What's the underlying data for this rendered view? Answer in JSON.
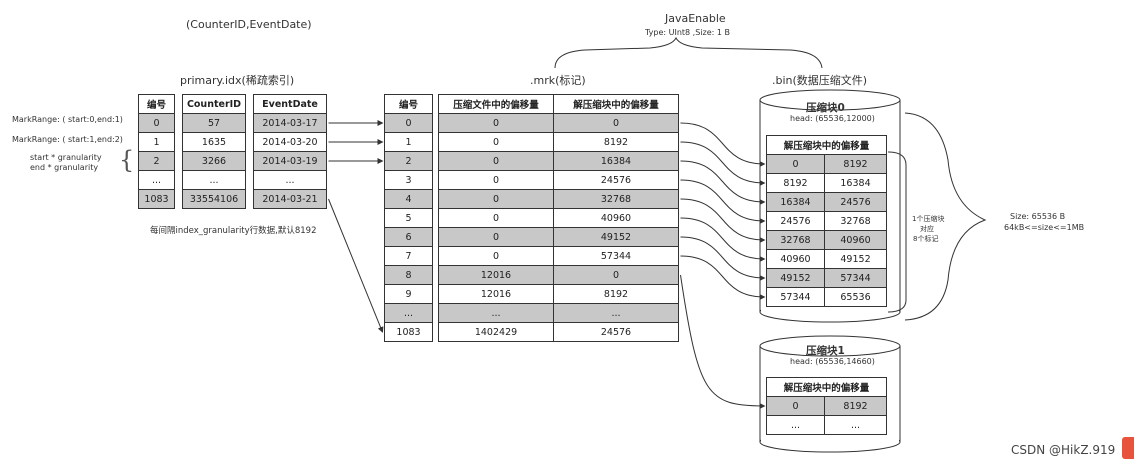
{
  "top_label": "(CounterID,EventDate)",
  "java_enable": {
    "title": "JavaEnable",
    "type": "Type: UInt8 ,Size: 1 B"
  },
  "primary": {
    "title": "primary.idx(稀疏索引)",
    "headers": [
      "编号",
      "CounterID",
      "EventDate"
    ],
    "rows": [
      [
        "0",
        "57",
        "2014-03-17"
      ],
      [
        "1",
        "1635",
        "2014-03-20"
      ],
      [
        "2",
        "3266",
        "2014-03-19"
      ],
      [
        "...",
        "...",
        "..."
      ],
      [
        "1083",
        "33554106",
        "2014-03-21"
      ]
    ],
    "note": "每间隔index_granularity行数据,默认8192"
  },
  "markrange": {
    "r1": "MarkRange: ( start:0,end:1)",
    "r2": "MarkRange: ( start:1,end:2)",
    "start": "start * granularity",
    "end": "end * granularity"
  },
  "mrk": {
    "title": ".mrk(标记)",
    "headers": [
      "编号",
      "压缩文件中的偏移量",
      "解压缩块中的偏移量"
    ],
    "rows": [
      [
        "0",
        "0",
        "0"
      ],
      [
        "1",
        "0",
        "8192"
      ],
      [
        "2",
        "0",
        "16384"
      ],
      [
        "3",
        "0",
        "24576"
      ],
      [
        "4",
        "0",
        "32768"
      ],
      [
        "5",
        "0",
        "40960"
      ],
      [
        "6",
        "0",
        "49152"
      ],
      [
        "7",
        "0",
        "57344"
      ],
      [
        "8",
        "12016",
        "0"
      ],
      [
        "9",
        "12016",
        "8192"
      ],
      [
        "...",
        "...",
        "..."
      ],
      [
        "1083",
        "1402429",
        "24576"
      ]
    ]
  },
  "bin": {
    "title": ".bin(数据压缩文件)",
    "block0": {
      "title": "压缩块0",
      "head": "head: (65536,12000)",
      "table_header": "解压缩块中的偏移量",
      "rows": [
        [
          "0",
          "8192"
        ],
        [
          "8192",
          "16384"
        ],
        [
          "16384",
          "24576"
        ],
        [
          "24576",
          "32768"
        ],
        [
          "32768",
          "40960"
        ],
        [
          "40960",
          "49152"
        ],
        [
          "49152",
          "57344"
        ],
        [
          "57344",
          "65536"
        ]
      ]
    },
    "block1": {
      "title": "压缩块1",
      "head": "head: (65536,14660)",
      "table_header": "解压缩块中的偏移量",
      "rows": [
        [
          "0",
          "8192"
        ],
        [
          "...",
          "..."
        ]
      ]
    }
  },
  "brace_note": {
    "l1": "1个压缩块",
    "l2": "对应",
    "l3": "8个标记"
  },
  "size_note": {
    "l1": "Size: 65536 B",
    "l2": "64kB<=size<=1MB"
  },
  "watermark": "CSDN @HikZ.919"
}
